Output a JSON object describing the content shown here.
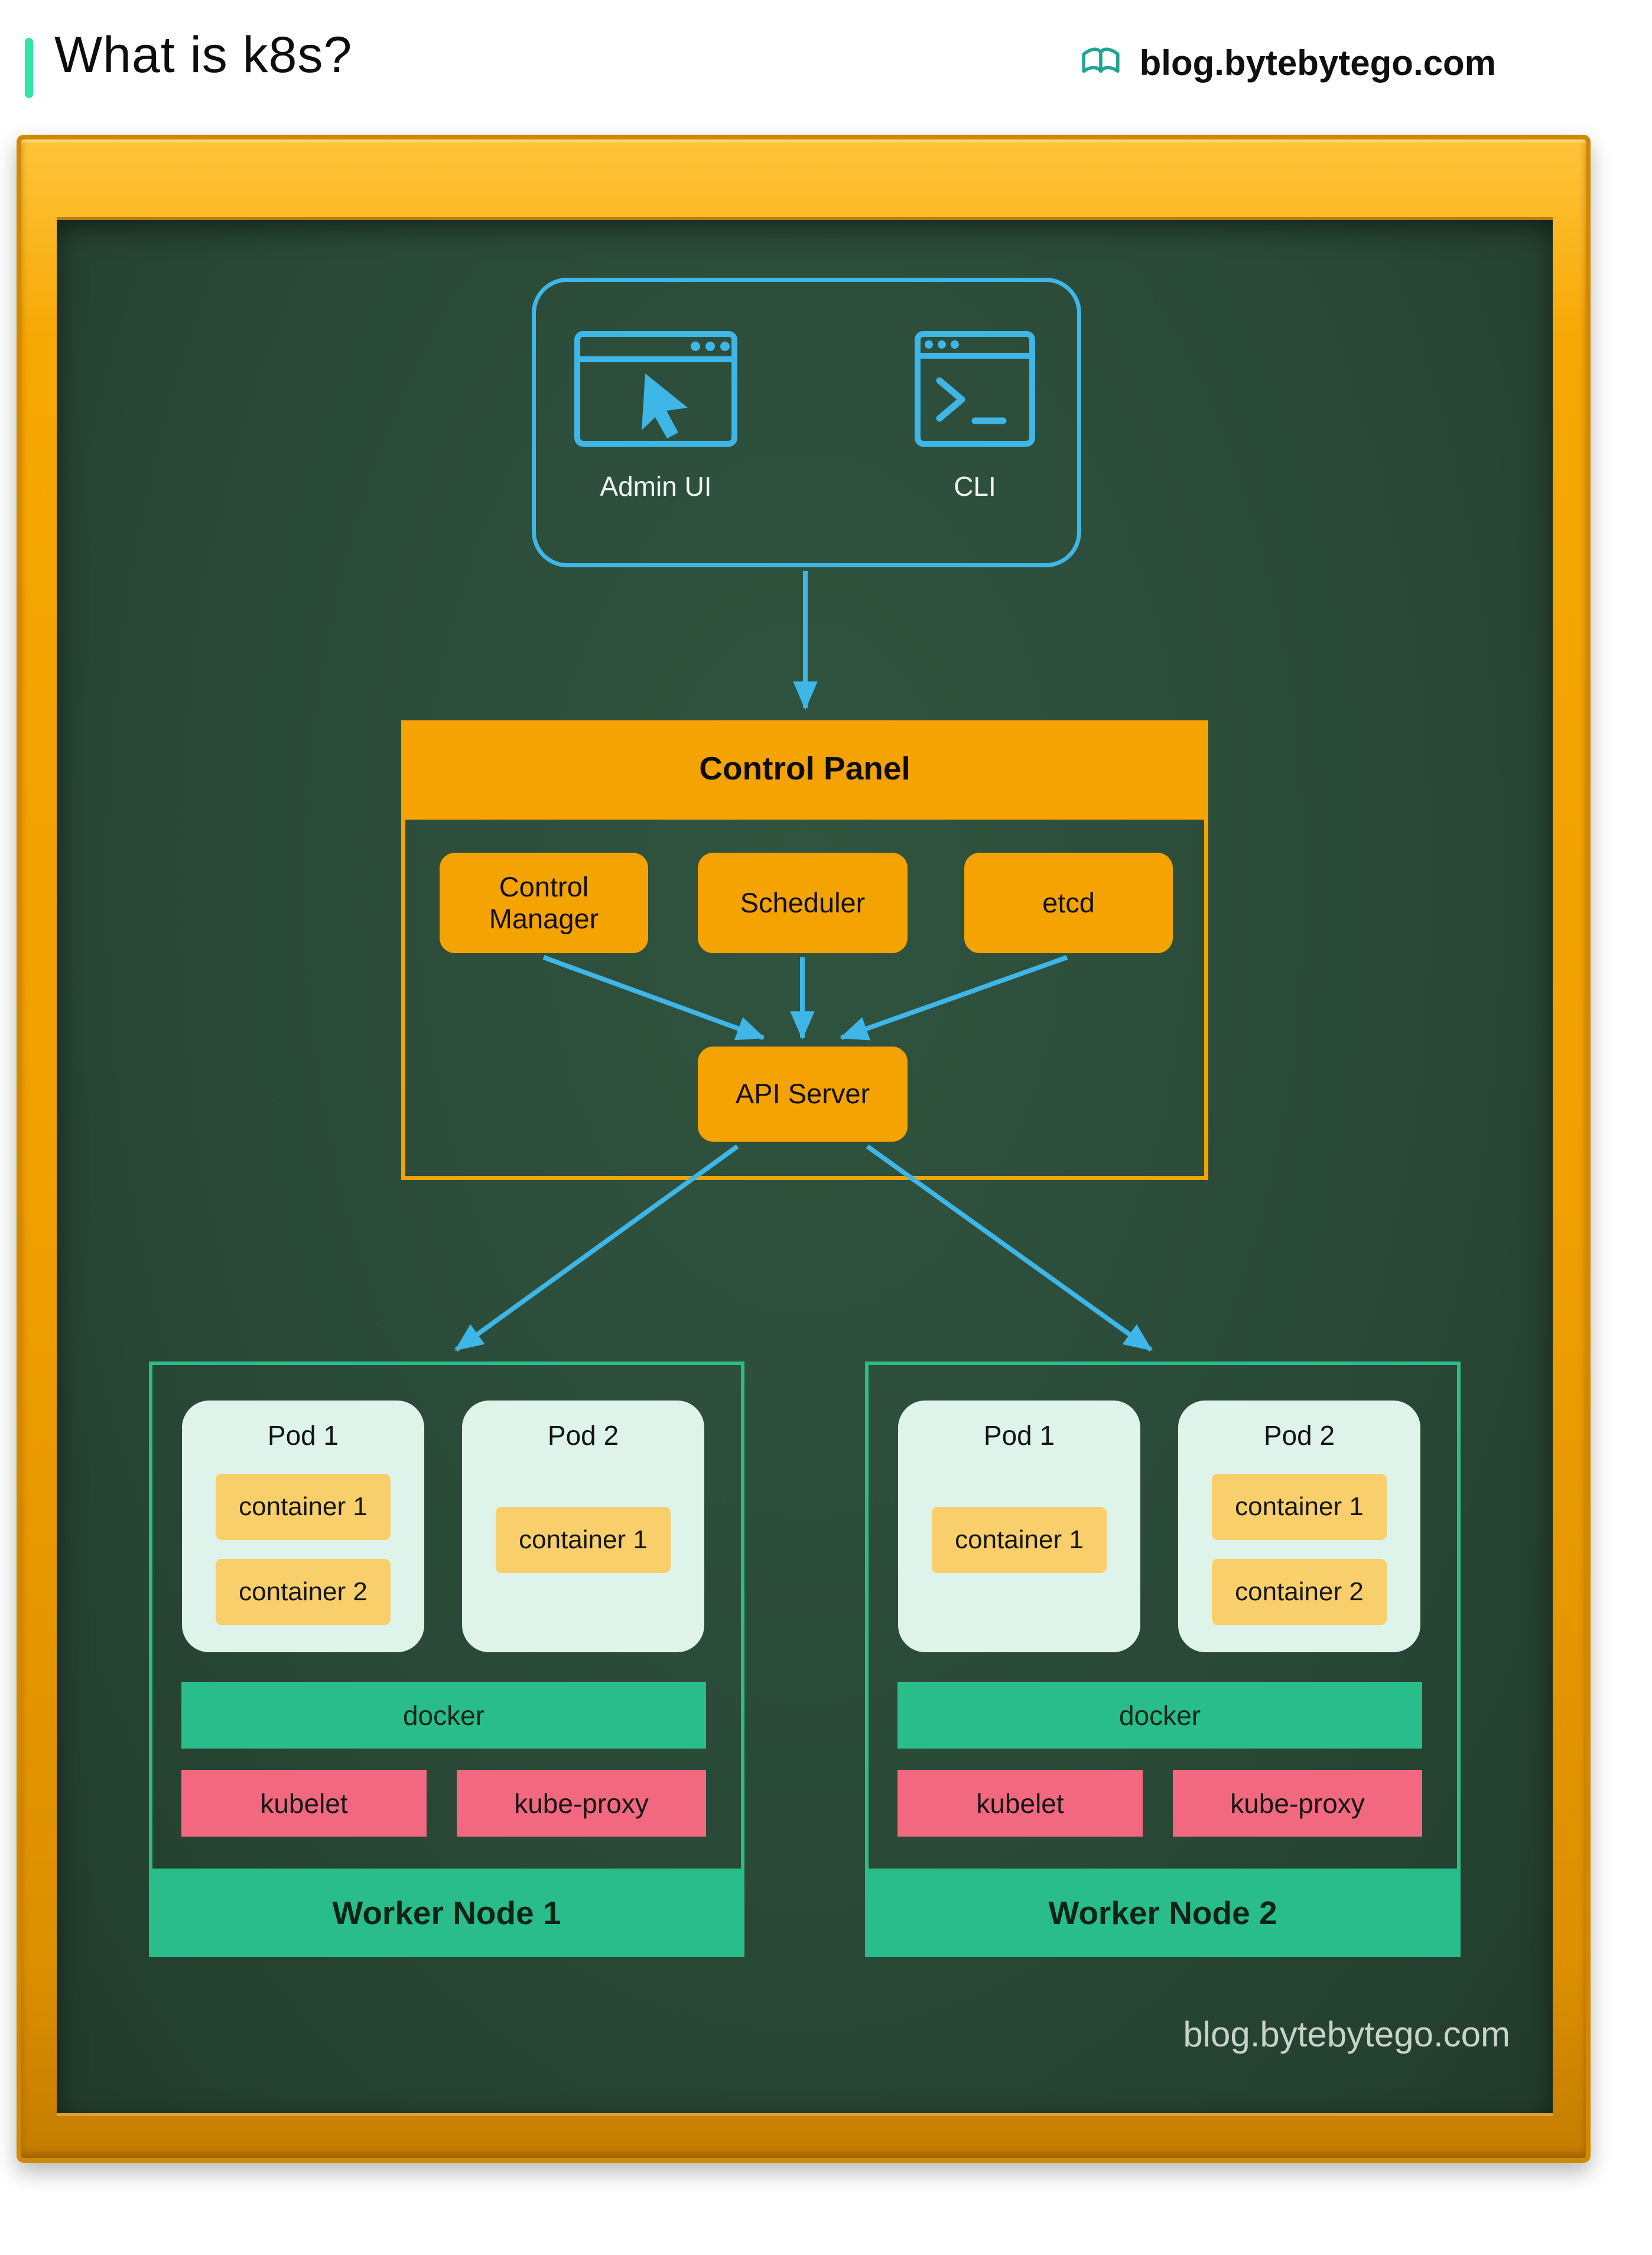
{
  "header": {
    "title": "What is k8s?",
    "site": "blog.bytebytego.com"
  },
  "clients": {
    "admin_ui": "Admin UI",
    "cli": "CLI"
  },
  "control_panel": {
    "title": "Control Panel",
    "control_manager": "Control Manager",
    "scheduler": "Scheduler",
    "etcd": "etcd",
    "api_server": "API Server"
  },
  "worker_nodes": [
    {
      "name": "Worker Node 1",
      "pods": [
        {
          "name": "Pod 1",
          "containers": [
            "container 1",
            "container 2"
          ]
        },
        {
          "name": "Pod 2",
          "containers": [
            "container 1"
          ]
        }
      ],
      "runtime": "docker",
      "agents": [
        "kubelet",
        "kube-proxy"
      ]
    },
    {
      "name": "Worker Node 2",
      "pods": [
        {
          "name": "Pod 1",
          "containers": [
            "container 1"
          ]
        },
        {
          "name": "Pod 2",
          "containers": [
            "container 1",
            "container 2"
          ]
        }
      ],
      "runtime": "docker",
      "agents": [
        "kubelet",
        "kube-proxy"
      ]
    }
  ],
  "watermark": {
    "text": "blog.bytebytego.com"
  },
  "colors": {
    "accent_teal": "#2ee6a8",
    "frame_orange": "#f0a000",
    "board_green": "#2a4a37",
    "cyan": "#3fb6e8",
    "orange": "#f5a302",
    "pod_mint": "#def4eb",
    "container_yellow": "#f8cf6a",
    "node_green": "#2abd8c",
    "agent_pink": "#f2697f"
  }
}
